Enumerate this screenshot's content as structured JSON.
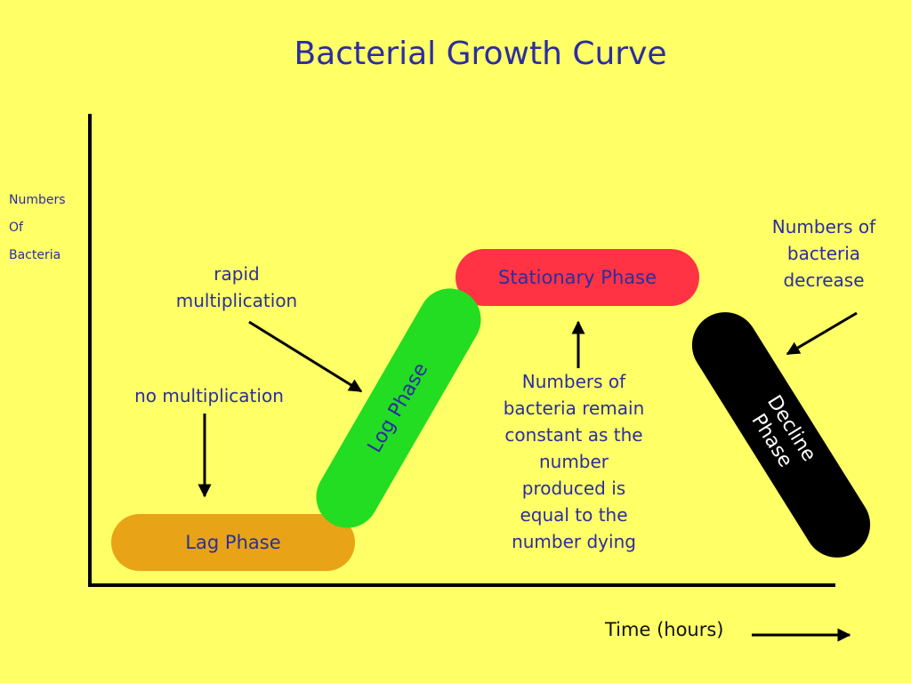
{
  "title": "Bacterial Growth Curve",
  "y_axis_label": [
    "Numbers",
    "Of",
    "Bacteria"
  ],
  "x_axis_label": "Time (hours)",
  "phases": {
    "lag": {
      "label": "Lag Phase",
      "color": "#e8a317"
    },
    "log": {
      "label": "Log Phase",
      "color": "#22dd22"
    },
    "stationary": {
      "label": "Stationary Phase",
      "color": "#ff3344"
    },
    "decline": {
      "label": "Decline Phase",
      "line1": "Decline",
      "line2": "Phase",
      "color": "#000000"
    }
  },
  "notes": {
    "no_multiplication": "no multiplication",
    "rapid_multiplication": {
      "line1": "rapid",
      "line2": "multiplication"
    },
    "constant": [
      "Numbers of",
      "bacteria remain",
      "constant as the",
      "number",
      "produced is",
      "equal to the",
      "number dying"
    ],
    "decrease": [
      "Numbers of",
      "bacteria",
      "decrease"
    ]
  },
  "colors": {
    "background": "#ffff66",
    "text": "#2b2e9e",
    "axis": "#000000"
  }
}
